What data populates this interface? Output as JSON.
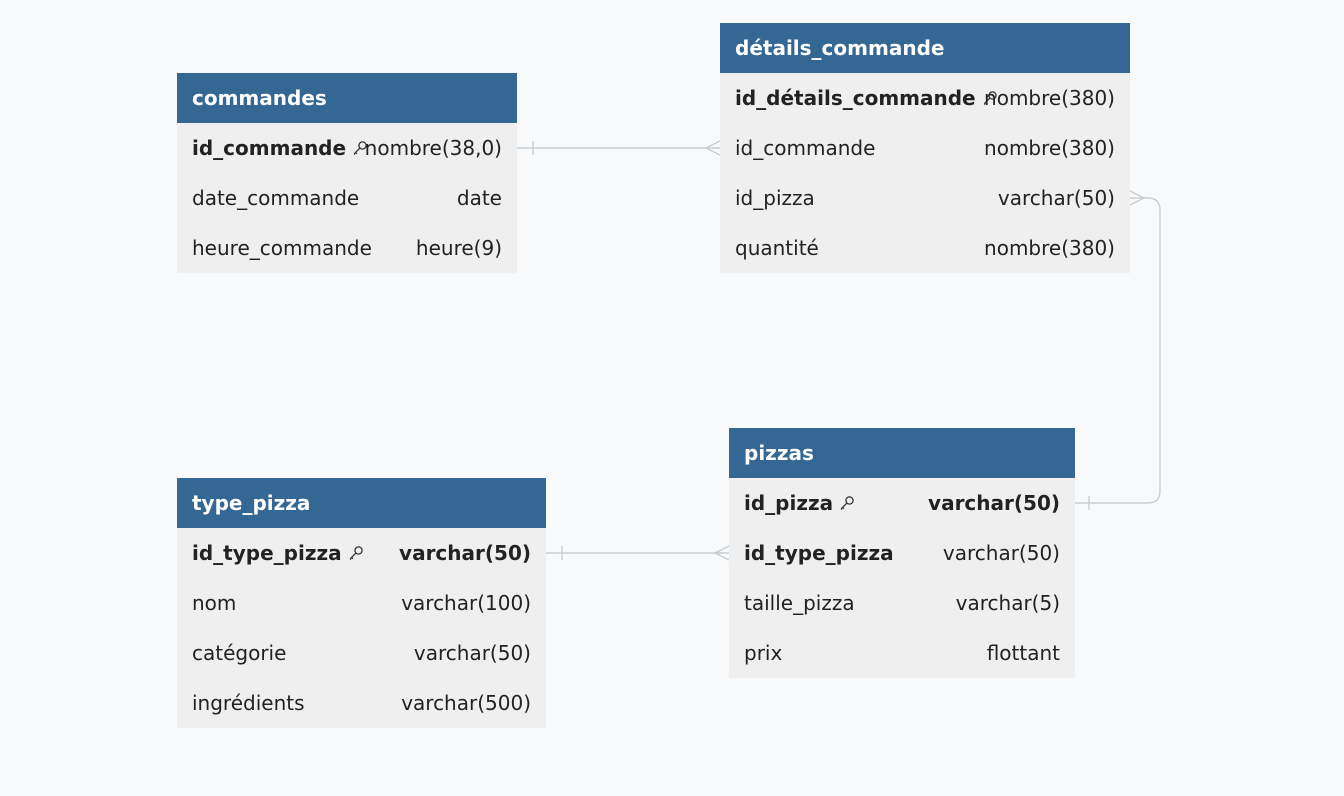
{
  "diagram": {
    "tables": [
      {
        "id": "commandes",
        "title": "commandes",
        "columns": [
          {
            "name": "id_commande",
            "type": "nombre(38,0)",
            "primary_key": true,
            "name_bold": true,
            "type_bold": false
          },
          {
            "name": "date_commande",
            "type": "date",
            "primary_key": false,
            "name_bold": false,
            "type_bold": false
          },
          {
            "name": "heure_commande",
            "type": "heure(9)",
            "primary_key": false,
            "name_bold": false,
            "type_bold": false
          }
        ]
      },
      {
        "id": "details_commande",
        "title": "détails_commande",
        "columns": [
          {
            "name": "id_détails_commande",
            "type": "nombre(380)",
            "primary_key": true,
            "name_bold": true,
            "type_bold": false
          },
          {
            "name": "id_commande",
            "type": "nombre(380)",
            "primary_key": false,
            "name_bold": false,
            "type_bold": false
          },
          {
            "name": "id_pizza",
            "type": "varchar(50)",
            "primary_key": false,
            "name_bold": false,
            "type_bold": false
          },
          {
            "name": "quantité",
            "type": "nombre(380)",
            "primary_key": false,
            "name_bold": false,
            "type_bold": false
          }
        ]
      },
      {
        "id": "pizzas",
        "title": "pizzas",
        "columns": [
          {
            "name": "id_pizza",
            "type": "varchar(50)",
            "primary_key": true,
            "name_bold": true,
            "type_bold": true
          },
          {
            "name": "id_type_pizza",
            "type": "varchar(50)",
            "primary_key": false,
            "name_bold": true,
            "type_bold": false
          },
          {
            "name": "taille_pizza",
            "type": "varchar(5)",
            "primary_key": false,
            "name_bold": false,
            "type_bold": false
          },
          {
            "name": "prix",
            "type": "flottant",
            "primary_key": false,
            "name_bold": false,
            "type_bold": false
          }
        ]
      },
      {
        "id": "type_pizza",
        "title": "type_pizza",
        "columns": [
          {
            "name": "id_type_pizza",
            "type": "varchar(50)",
            "primary_key": true,
            "name_bold": true,
            "type_bold": true
          },
          {
            "name": "nom",
            "type": "varchar(100)",
            "primary_key": false,
            "name_bold": false,
            "type_bold": false
          },
          {
            "name": "catégorie",
            "type": "varchar(50)",
            "primary_key": false,
            "name_bold": false,
            "type_bold": false
          },
          {
            "name": "ingrédients",
            "type": "varchar(500)",
            "primary_key": false,
            "name_bold": false,
            "type_bold": false
          }
        ]
      }
    ],
    "relationships": [
      {
        "from_table": "commandes",
        "from_column": "id_commande",
        "from_cardinality": "one",
        "to_table": "details_commande",
        "to_column": "id_commande",
        "to_cardinality": "many"
      },
      {
        "from_table": "pizzas",
        "from_column": "id_pizza",
        "from_cardinality": "one",
        "to_table": "details_commande",
        "to_column": "id_pizza",
        "to_cardinality": "many"
      },
      {
        "from_table": "type_pizza",
        "from_column": "id_type_pizza",
        "from_cardinality": "one",
        "to_table": "pizzas",
        "to_column": "id_type_pizza",
        "to_cardinality": "many"
      }
    ]
  },
  "colors": {
    "header_bg": "#356795",
    "header_text": "#ffffff",
    "body_bg": "#efefef",
    "canvas_bg": "#f8f9fa",
    "connector": "#c9cdd2",
    "key_icon": "#333333"
  }
}
